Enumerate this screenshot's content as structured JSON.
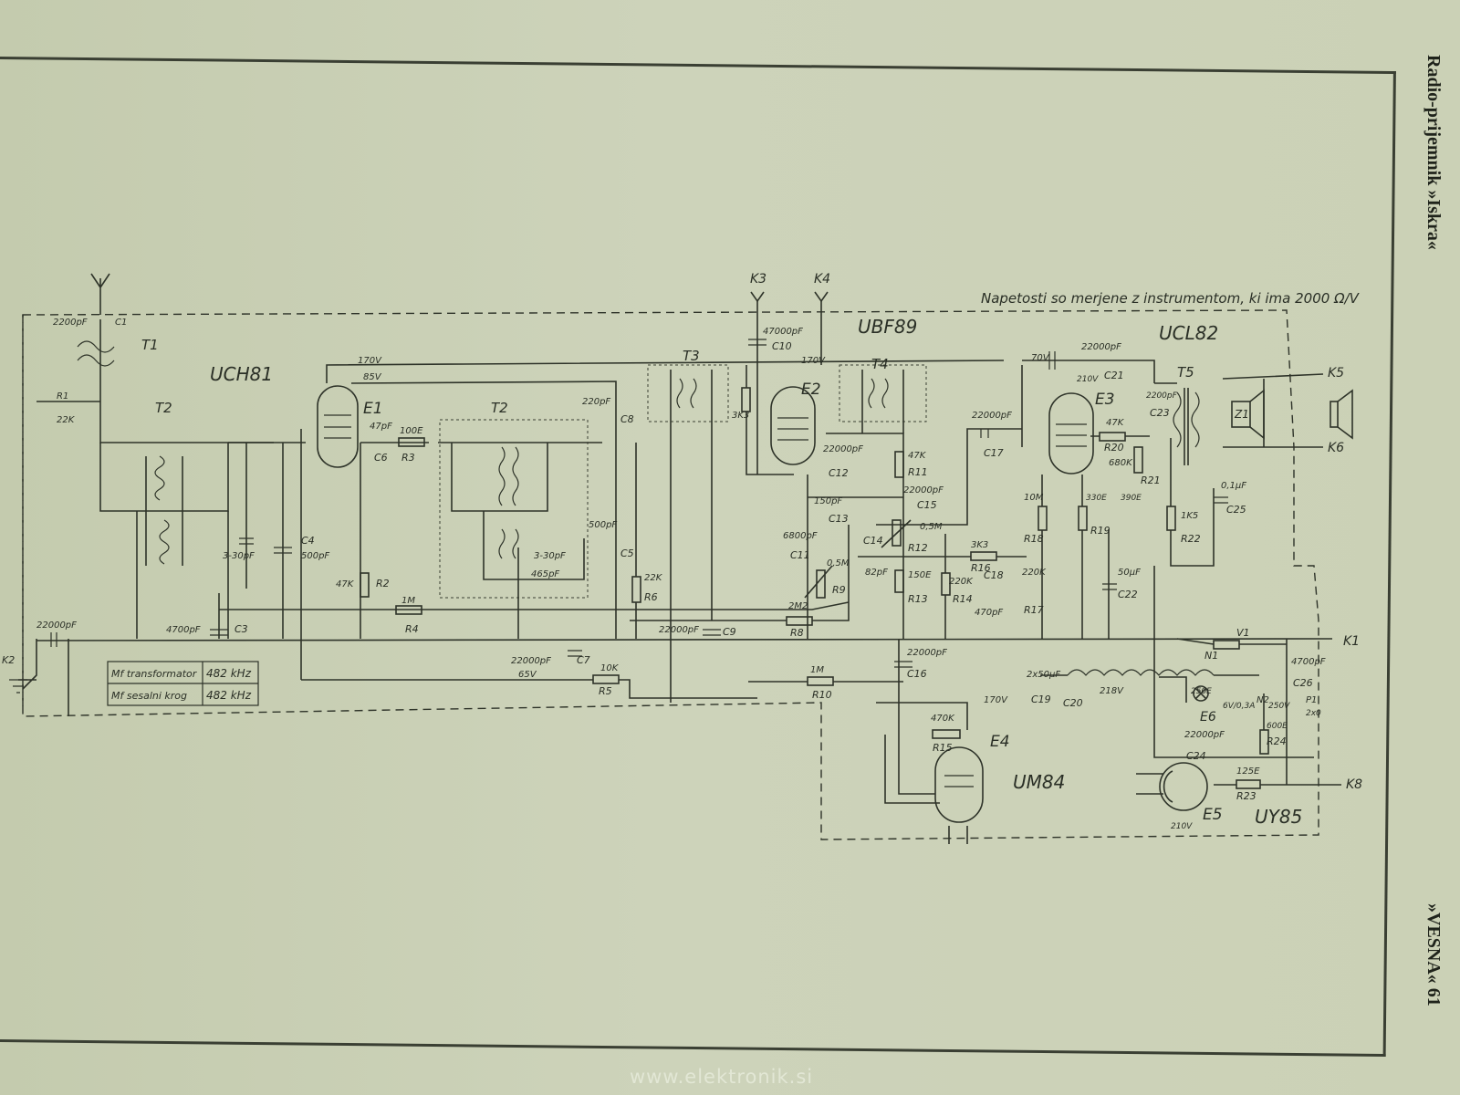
{
  "page": {
    "side_title_top": "Radio-prijemnik »Iskra«",
    "side_title_bottom": "»VESNA« 61",
    "watermark": "www.elektronik.si"
  },
  "note": "Napetosti so merjene z instrumentom, ki ima 2000 Ω/V",
  "tubes": [
    {
      "ref": "E1",
      "type": "UCH81"
    },
    {
      "ref": "E2",
      "type": "UBF89"
    },
    {
      "ref": "E3",
      "type": "UCL82"
    },
    {
      "ref": "E4",
      "type": "UM84"
    },
    {
      "ref": "E5",
      "type": "UY85"
    }
  ],
  "if_table": {
    "row1_label": "Mf transformator",
    "row1_value": "482 kHz",
    "row2_label": "Mf sesalni krog",
    "row2_value": "482 kHz"
  },
  "connectors": [
    "K1",
    "K3",
    "K4",
    "K5",
    "K6",
    "K8",
    "K2"
  ],
  "labels": {
    "T1": "T1",
    "T2": "T2",
    "T3": "T3",
    "T4": "T4",
    "T5": "T5",
    "C1": "C1",
    "C3": "C3",
    "C4": "C4",
    "C5": "C5",
    "C6": "C6",
    "C7": "C7",
    "C8": "C8",
    "C9": "C9",
    "C10": "C10",
    "C11": "C11",
    "C12": "C12",
    "C13": "C13",
    "C14": "C14",
    "C15": "C15",
    "C16": "C16",
    "C17": "C17",
    "C18": "C18",
    "C19": "C19",
    "C20": "C20",
    "C21": "C21",
    "C22": "C22",
    "C23": "C23",
    "C24": "C24",
    "C25": "C25",
    "C26": "C26",
    "R1": "R1",
    "R2": "R2",
    "R3": "R3",
    "R4": "R4",
    "R5": "R5",
    "R6": "R6",
    "R8": "R8",
    "R9": "R9",
    "R10": "R10",
    "R11": "R11",
    "R12": "R12",
    "R13": "R13",
    "R14": "R14",
    "R15": "R15",
    "R16": "R16",
    "R17": "R17",
    "R18": "R18",
    "R19": "R19",
    "R20": "R20",
    "R21": "R21",
    "R22": "R22",
    "R23": "R23",
    "R24": "R24",
    "N1": "N1",
    "N2": "N2",
    "V1": "V1",
    "P1": "P1",
    "Z1": "Z1",
    "E6": "E6",
    "v_c1": "2200pF",
    "v_r1": "22K",
    "v_170a": "170V",
    "v_85": "85V",
    "v_47p": "47pF",
    "v_100e": "100E",
    "v_220p": "220pF",
    "v_3_30a": "3-30pF",
    "v_500p_c4": "500pF",
    "v_47k": "47K",
    "v_1m": "1M",
    "v_4700p": "4700pF",
    "v_22000a": "22000pF",
    "v_3_30b": "3-30pF",
    "v_465p": "465pF",
    "v_500p_c5": "500pF",
    "v_22k": "22K",
    "v_10k": "10K",
    "v_65v": "65V",
    "v_22000_c7": "22000pF",
    "v_22000_c9": "22000pF",
    "v_3k3a": "3K3",
    "v_47000p": "47000pF",
    "v_170b": "170V",
    "v_22000_c12": "22000pF",
    "v_150p": "150pF",
    "v_6800p": "6800pF",
    "v_0_5m_r9": "0,5M",
    "v_2m2": "2M2",
    "v_1m_r10": "1M",
    "v_47k_r11": "47K",
    "v_22000_c15": "22000pF",
    "v_0_5m_r12": "0,5M",
    "v_82p": "82pF",
    "v_150e": "150E",
    "v_220k_r14": "220K",
    "v_3k3b": "3K3",
    "v_22000_c17": "22000pF",
    "v_470p": "470pF",
    "v_220k_r17": "220K",
    "v_10m": "10M",
    "v_22000_c16": "22000pF",
    "v_170c": "170V",
    "v_470k": "470K",
    "v_70v": "70V",
    "v_22000_c21": "22000pF",
    "v_210v": "210V",
    "v_2200_c23": "2200pF",
    "v_47k_r20": "47K",
    "v_680k": "680K",
    "v_330e": "330E",
    "v_390e": "390E",
    "v_1k5": "1K5",
    "v_0_1u": "0,1µF",
    "v_50u": "50µF",
    "v_2x50": "2x50µF",
    "v_218v": "218V",
    "v_4700_c26": "4700pF",
    "v_22000_c24": "22000pF",
    "v_125e": "125E",
    "v_250v": "250V",
    "v_210v_e5": "210V",
    "v_6v_0_3a": "6V/0,3A",
    "v_600e": "600E",
    "v_250e": "250E",
    "v_2x0": "2x0"
  }
}
